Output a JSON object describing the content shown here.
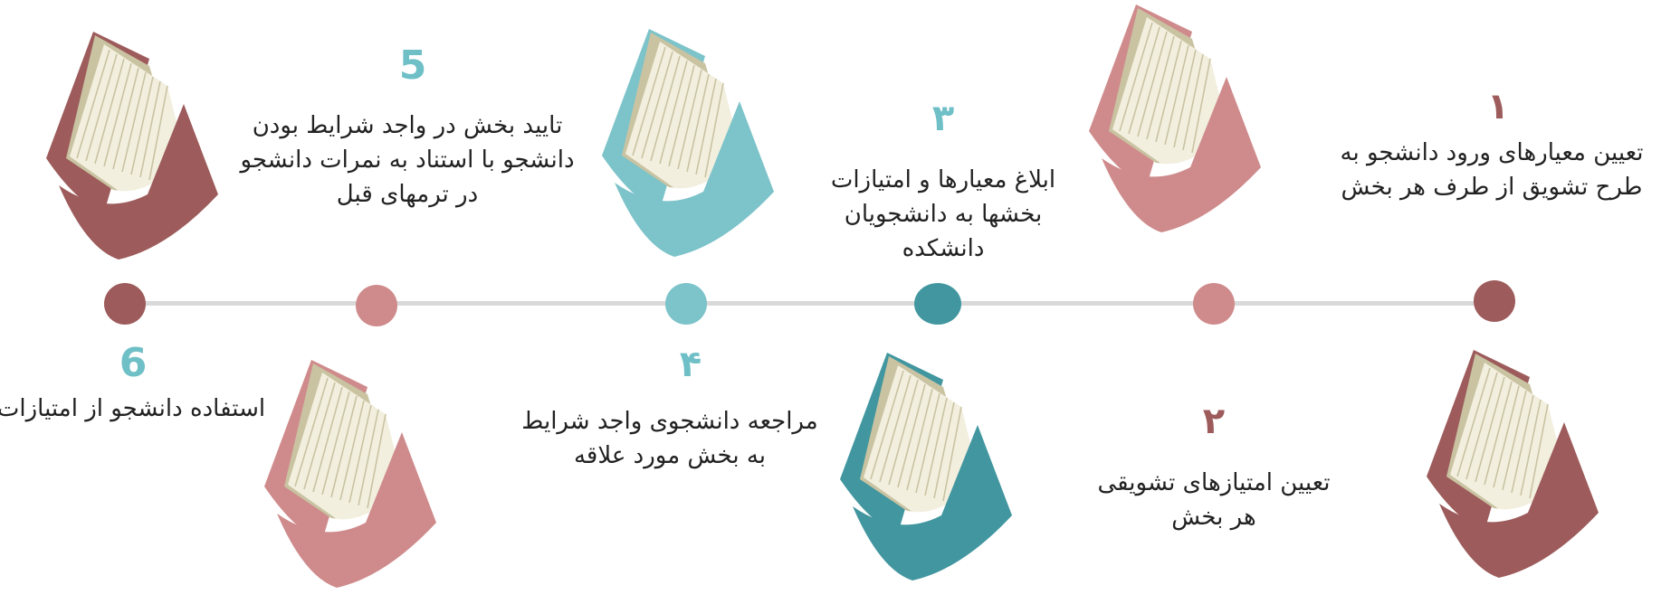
{
  "colors": {
    "maroon": "#9d5b5b",
    "pink": "#cf8b8c",
    "light_teal": "#7cc3ca",
    "dark_teal": "#41969f",
    "page_cream": "#f2efdf",
    "page_shadow": "#c9c3a2",
    "line": "#d9d9d9",
    "number_teal": "#6fbfc7",
    "number_maroon": "#9d5b5b"
  },
  "steps": [
    {
      "number": "۱",
      "text_lines": [
        "تعیین معیارهای ورود دانشجو به",
        "طرح تشویق  از طرف هر بخش"
      ],
      "book_color": "pink",
      "dot_color": "maroon",
      "number_color": "maroon"
    },
    {
      "number": "۲",
      "text_lines": [
        "تعیین امتیازهای تشویقی",
        "هر بخش"
      ],
      "book_color": "maroon",
      "dot_color": "pink",
      "number_color": "maroon"
    },
    {
      "number": "۳",
      "text_lines": [
        "ابلاغ معیارها و امتیازات",
        "بخشها به دانشجویان",
        "دانشکده"
      ],
      "book_color": "dark_teal",
      "dot_color": "dark_teal",
      "number_color": "number_teal"
    },
    {
      "number": "۴",
      "text_lines": [
        "مراجعه دانشجوی واجد شرایط",
        "به بخش مورد علاقه"
      ],
      "book_color": "light_teal",
      "dot_color": "light_teal",
      "number_color": "number_teal"
    },
    {
      "number": "5",
      "text_lines": [
        "تایید بخش در واجد شرایط بودن",
        "دانشجو با استناد به نمرات دانشجو",
        "در ترمهای قبل"
      ],
      "book_color": "pink",
      "dot_color": "pink",
      "number_color": "number_teal"
    },
    {
      "number": "6",
      "text_lines": [
        "استفاده دانشجو از امتیازات"
      ],
      "book_color": "maroon",
      "dot_color": "maroon",
      "number_color": "number_teal"
    }
  ]
}
